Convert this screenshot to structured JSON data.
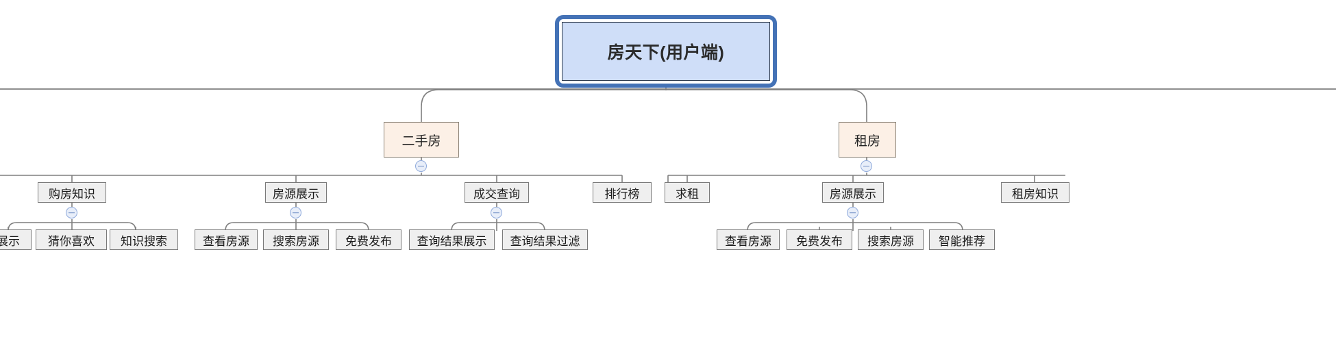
{
  "diagram": {
    "type": "tree",
    "title": "房天下(用户端)",
    "colors": {
      "root_border": "#4472B6",
      "root_fill": "#CFDEF8",
      "category_border": "#8A8276",
      "category_fill": "#FCF0E6",
      "leaf_border": "#7A7A7A",
      "leaf_fill": "#EFEFEF",
      "connector": "#7F7F7F",
      "toggle_border": "#8FAADC",
      "toggle_fill": "#E8EEF9"
    },
    "root": {
      "label": "房天下(用户端)"
    },
    "categories": [
      {
        "label": "二手房",
        "collapse": "−"
      },
      {
        "label": "租房",
        "collapse": "−"
      }
    ],
    "level2": [
      {
        "label": "购房知识",
        "collapse": "−"
      },
      {
        "label": "房源展示",
        "collapse": "−"
      },
      {
        "label": "成交查询",
        "collapse": "−"
      },
      {
        "label": "排行榜",
        "collapse": ""
      },
      {
        "label": "求租",
        "collapse": ""
      },
      {
        "label": "房源展示",
        "collapse": "−"
      },
      {
        "label": "租房知识",
        "collapse": ""
      }
    ],
    "level3": [
      {
        "label": "展示"
      },
      {
        "label": "猜你喜欢"
      },
      {
        "label": "知识搜索"
      },
      {
        "label": "查看房源"
      },
      {
        "label": "搜索房源"
      },
      {
        "label": "免费发布"
      },
      {
        "label": "查询结果展示"
      },
      {
        "label": "查询结果过滤"
      },
      {
        "label": "查看房源"
      },
      {
        "label": "免费发布"
      },
      {
        "label": "搜索房源"
      },
      {
        "label": "智能推荐"
      }
    ]
  }
}
